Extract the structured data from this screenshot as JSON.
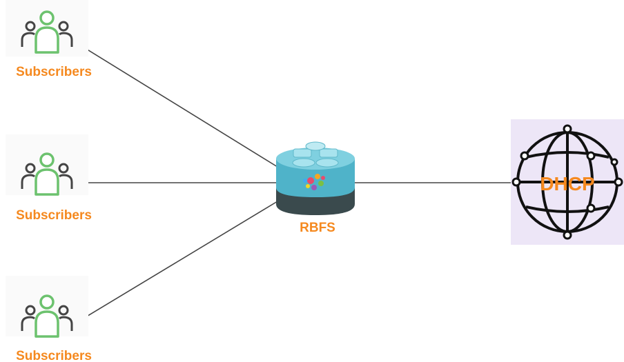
{
  "nodes": {
    "subscribers": [
      {
        "label": "Subscribers",
        "icon": "user-group-icon"
      },
      {
        "label": "Subscribers",
        "icon": "user-group-icon"
      },
      {
        "label": "Subscribers",
        "icon": "user-group-icon"
      }
    ],
    "router": {
      "label": "RBFS",
      "icon": "router-icon"
    },
    "dhcp": {
      "label": "DHCP",
      "icon": "globe-icon"
    }
  },
  "colors": {
    "label": "#f5891f",
    "subscriber_icon": "#6cc26e",
    "router_top": "#4fb3c9",
    "router_base": "#3a4a4d",
    "dhcp_bg": "#ede6f7",
    "line": "#444444"
  }
}
